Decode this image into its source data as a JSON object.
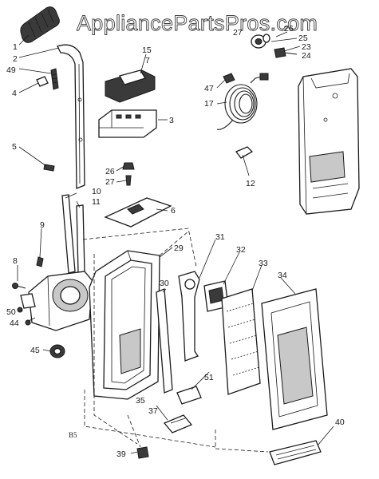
{
  "watermark": "AppliancePartsPros.com",
  "drawing_code": "B5",
  "callouts": {
    "c1": "1",
    "c2": "2",
    "c3": "3",
    "c4": "4",
    "c5": "5",
    "c6": "6",
    "c7": "7",
    "c8": "8",
    "c9": "9",
    "c10": "10",
    "c11": "11",
    "c12": "12",
    "c15": "15",
    "c17": "17",
    "c23": "23",
    "c24": "24",
    "c25": "25",
    "c26a": "26",
    "c26b": "26",
    "c27a": "27",
    "c27b": "27",
    "c29": "29",
    "c30": "30",
    "c31": "31",
    "c32": "32",
    "c33": "33",
    "c34": "34",
    "c35": "35",
    "c37": "37",
    "c39": "39",
    "c40": "40",
    "c44": "44",
    "c45": "45",
    "c47": "47",
    "c49": "49",
    "c50": "50",
    "c51": "51"
  }
}
